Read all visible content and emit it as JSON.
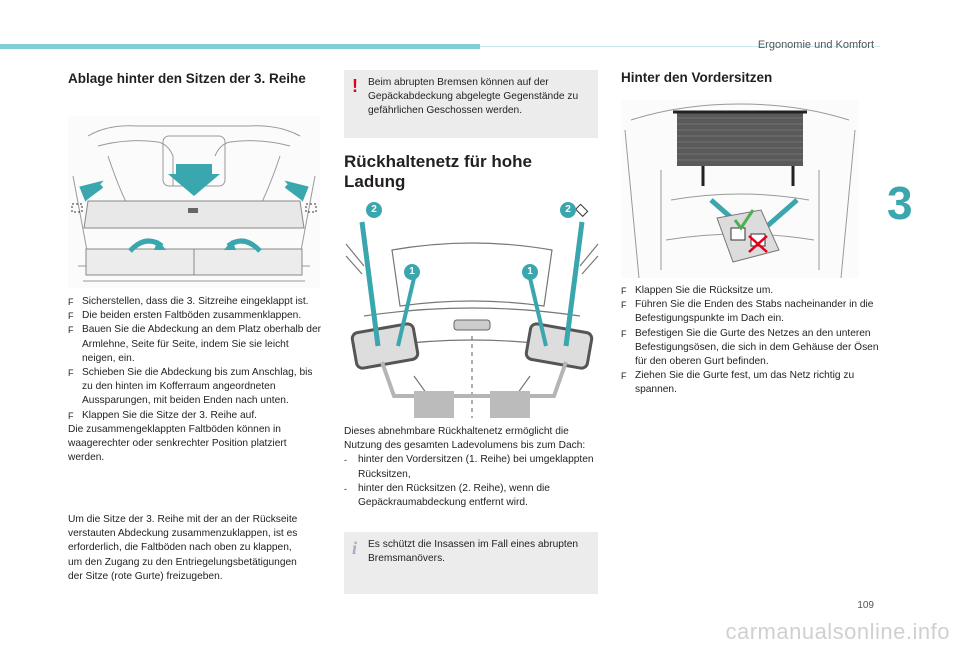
{
  "header": {
    "section": "Ergonomie und Komfort",
    "chapter": "3",
    "page": "109"
  },
  "watermark": "carmanualsonline.info",
  "left": {
    "title": "Ablage hinter den Sitzen der 3. Reihe",
    "steps": [
      "Sicherstellen, dass die 3. Sitzreihe eingeklappt ist.",
      "Die beiden ersten Faltböden zusammenklappen.",
      "Bauen Sie die Abdeckung an dem Platz oberhalb der Armlehne, Seite für Seite, indem Sie sie leicht neigen, ein.",
      "Schieben Sie die Abdeckung bis zum Anschlag, bis zu den hinten im Kofferraum angeordneten Aussparungen, mit beiden Enden nach unten.",
      "Klappen Sie die Sitze der 3. Reihe auf."
    ],
    "bullet": "F",
    "para1": "Die zusammengeklappten Faltböden können in waagerechter oder senkrechter Position platziert werden.",
    "para2": "Um die Sitze der 3. Reihe mit der an der Rückseite verstauten Abdeckung zusammenzuklappen, ist es erforderlich, die Faltböden nach oben zu klappen, um den Zugang zu den Entriegelungsbetätigungen der Sitze (rote Gurte) freizugeben."
  },
  "middle": {
    "warning_icon": "!",
    "warning": "Beim abrupten Bremsen können auf der Gepäckabdeckung abgelegte Gegenstände zu gefährlichen Geschossen werden.",
    "title": "Rückhaltenetz für hohe Ladung",
    "callout1": "1",
    "callout2": "2",
    "intro": "Dieses abnehmbare Rückhaltenetz ermöglicht die Nutzung des gesamten Ladevolumens bis zum Dach:",
    "dash": "-",
    "items": [
      "hinter den Vordersitzen (1. Reihe) bei umgeklappten Rücksitzen,",
      "hinter den Rücksitzen (2. Reihe), wenn die Gepäckraumabdeckung entfernt wird."
    ],
    "info_icon": "i",
    "info": "Es schützt die Insassen im Fall eines abrupten Bremsmanövers."
  },
  "right": {
    "title": "Hinter den Vordersitzen",
    "steps": [
      "Klappen Sie die Rücksitze um.",
      "Führen Sie die Enden des Stabs nacheinander in die Befestigungspunkte im Dach ein.",
      "Befestigen Sie die Gurte des Netzes an den unteren Befestigungsösen, die sich in dem Gehäuse der Ösen für den oberen Gurt befinden.",
      "Ziehen Sie die Gurte fest, um das Netz richtig zu spannen."
    ]
  },
  "colors": {
    "accent": "#3aa6ae",
    "warning": "#e2001a",
    "note_bg": "#ececec",
    "check": "#4caf50"
  }
}
